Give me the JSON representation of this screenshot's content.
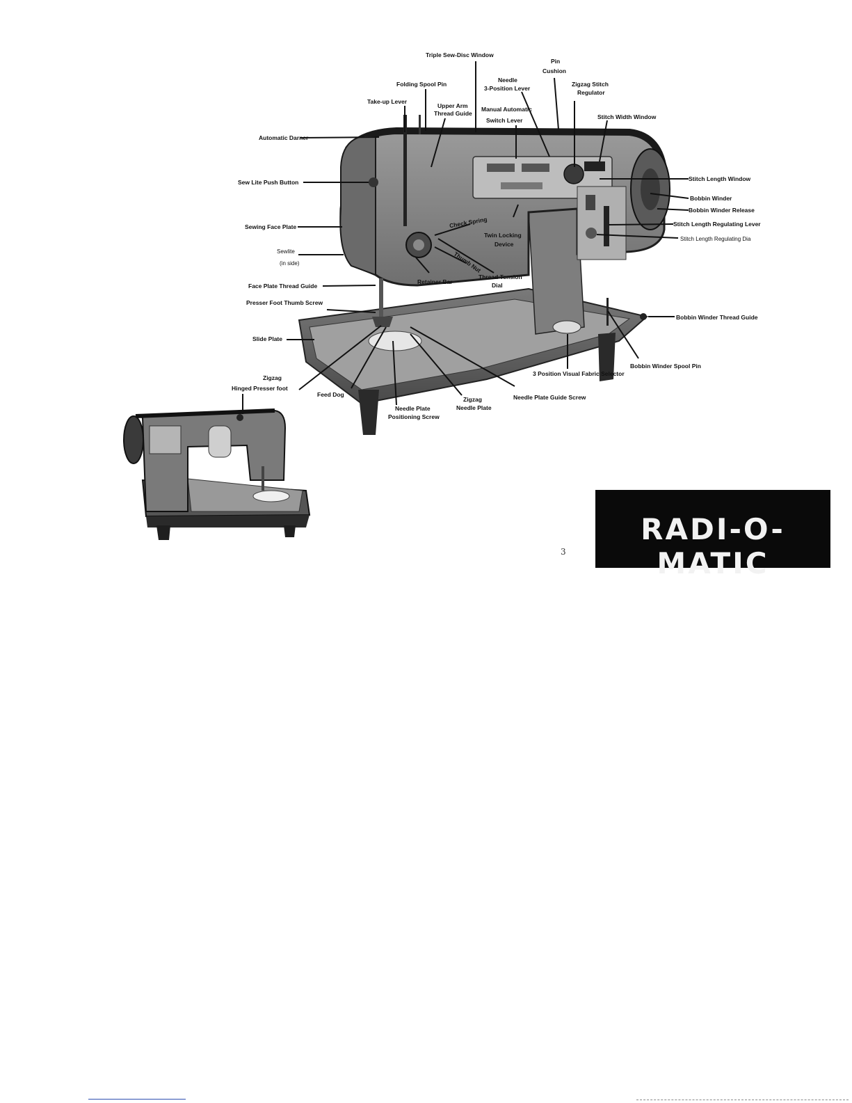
{
  "labels": {
    "triple_sew_disc_window": "Triple Sew-Disc Window",
    "pin_cushion_1": "Pin",
    "pin_cushion_2": "Cushion",
    "folding_spool_pin": "Folding Spool Pin",
    "needle_lever_1": "Needle",
    "needle_lever_2": "3-Position Lever",
    "zigzag_regulator_1": "Zigzag Stitch",
    "zigzag_regulator_2": "Regulator",
    "take_up_lever": "Take-up Lever",
    "upper_arm_guide_1": "Upper Arm",
    "upper_arm_guide_2": "Thread Guide",
    "manual_switch_1": "Manual Automatic",
    "manual_switch_2": "Switch Lever",
    "stitch_width_window": "Stitch Width Window",
    "automatic_darner": "Automatic Darner",
    "stitch_length_window": "Stitch Length Window",
    "sew_lite_push_button": "Sew Lite Push Button",
    "bobbin_winder": "Bobbin Winder",
    "bobbin_winder_release": "Bobbin Winder Release",
    "sewing_face_plate": "Sewing Face Plate",
    "check_spring": "Check Spring",
    "stitch_length_lever": "Stitch Length Regulating Lever",
    "twin_locking_1": "Twin Locking",
    "twin_locking_2": "Device",
    "stitch_length_dial": "Stitch Length Regulating Dia",
    "sewlite": "Sewlite",
    "sewlite_note": "(in side)",
    "thumb_nut": "Thumb Nut",
    "thread_tension_1": "Thread Tension",
    "thread_tension_2": "Dial",
    "retainer_bar": "Retainer Bar",
    "face_plate_thread_guide": "Face Plate Thread Guide",
    "presser_foot_thumb_screw": "Presser Foot Thumb Screw",
    "bobbin_winder_thread_guide": "Bobbin Winder Thread Guide",
    "slide_plate": "Slide Plate",
    "bobbin_winder_spool_pin": "Bobbin Winder Spool Pin",
    "fabric_selector": "3 Position Visual Fabric Selector",
    "zigzag_presser_foot_1": "Zigzag",
    "zigzag_presser_foot_2": "Hinged Presser foot",
    "feed_dog": "Feed Dog",
    "needle_plate_guide_screw": "Needle Plate Guide Screw",
    "zigzag_needle_plate_1": "Zigzag",
    "zigzag_needle_plate_2": "Needle Plate",
    "needle_plate_pos_screw_1": "Needle Plate",
    "needle_plate_pos_screw_2": "Positioning Screw"
  },
  "brand": "RADI-O-MATIC",
  "page_number": "3",
  "colors": {
    "ink": "#111111",
    "machine_body": "#8a8a8a",
    "machine_dark": "#2a2a2a",
    "brand_bg": "#0a0a0a"
  }
}
